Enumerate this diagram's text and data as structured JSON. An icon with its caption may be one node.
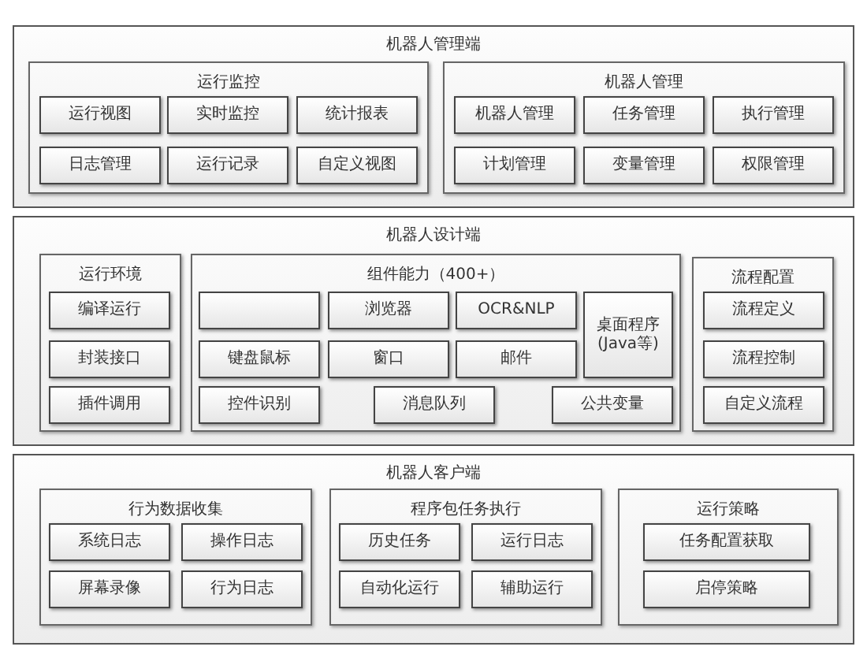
{
  "diagram": {
    "nodes": [
      {
        "text": [
          "机器人管理端"
        ]
      },
      {
        "text": [
          "运行监控"
        ],
        "in": 0
      },
      {
        "text": [
          "运行视图"
        ],
        "in": 1
      },
      {
        "text": [
          "实时监控"
        ],
        "in": 1
      },
      {
        "text": [
          "统计报表"
        ],
        "in": 1
      },
      {
        "text": [
          "日志管理"
        ],
        "in": 1
      },
      {
        "text": [
          "运行记录"
        ],
        "in": 1
      },
      {
        "text": [
          "自定义视图"
        ],
        "in": 1
      },
      {
        "text": [
          "机器人管理"
        ],
        "in": 0
      },
      {
        "text": [
          "机器人管理"
        ],
        "in": 8
      },
      {
        "text": [
          "任务管理"
        ],
        "in": 8
      },
      {
        "text": [
          "执行管理"
        ],
        "in": 8
      },
      {
        "text": [
          "计划管理"
        ],
        "in": 8
      },
      {
        "text": [
          "变量管理"
        ],
        "in": 8
      },
      {
        "text": [
          "权限管理"
        ],
        "in": 8
      },
      {
        "text": [
          "机器人设计端"
        ]
      },
      {
        "text": [
          "运行环境"
        ],
        "in": 15
      },
      {
        "text": [
          "编译运行"
        ],
        "in": 16
      },
      {
        "text": [
          "封装接口"
        ],
        "in": 16
      },
      {
        "text": [
          "插件调用"
        ],
        "in": 16
      },
      {
        "text": [
          "组件能力（400+）"
        ],
        "in": 15
      },
      {
        "text": [],
        "shape": "box",
        "in": 20
      },
      {
        "text": [
          "浏览器"
        ],
        "in": 20
      },
      {
        "text": [
          "OCR&NLP"
        ],
        "in": 20
      },
      {
        "text": [
          "桌面程序(Java等)"
        ],
        "in": 20
      },
      {
        "text": [
          "键盘鼠标"
        ],
        "in": 20
      },
      {
        "text": [
          "窗口"
        ],
        "in": 20
      },
      {
        "text": [
          "邮件"
        ],
        "in": 20
      },
      {
        "text": [
          "控件识别"
        ],
        "in": 20
      },
      {
        "text": [
          "消息队列"
        ],
        "in": 20
      },
      {
        "text": [
          "公共变量"
        ],
        "in": 20
      },
      {
        "text": [
          "流程配置"
        ],
        "in": 15
      },
      {
        "text": [
          "流程定义"
        ],
        "in": 31
      },
      {
        "text": [
          "流程控制"
        ],
        "in": 31
      },
      {
        "text": [
          "自定义流程"
        ],
        "in": 31
      },
      {
        "text": [
          "机器人客户端"
        ]
      },
      {
        "text": [
          "行为数据收集"
        ],
        "in": 35
      },
      {
        "text": [
          "系统日志"
        ],
        "in": 36
      },
      {
        "text": [
          "操作日志"
        ],
        "in": 36
      },
      {
        "text": [
          "屏幕录像"
        ],
        "in": 36
      },
      {
        "text": [
          "行为日志"
        ],
        "in": 36
      },
      {
        "text": [
          "程序包任务执行"
        ],
        "in": 35
      },
      {
        "text": [
          "历史任务"
        ],
        "in": 41
      },
      {
        "text": [
          "运行日志"
        ],
        "in": 41
      },
      {
        "text": [
          "自动化运行"
        ],
        "in": 41
      },
      {
        "text": [
          "辅助运行"
        ],
        "in": 41
      },
      {
        "text": [
          "运行策略"
        ],
        "in": 35
      },
      {
        "text": [
          "任务配置获取"
        ],
        "in": 46
      },
      {
        "text": [
          "启停策略"
        ],
        "in": 46
      }
    ]
  }
}
